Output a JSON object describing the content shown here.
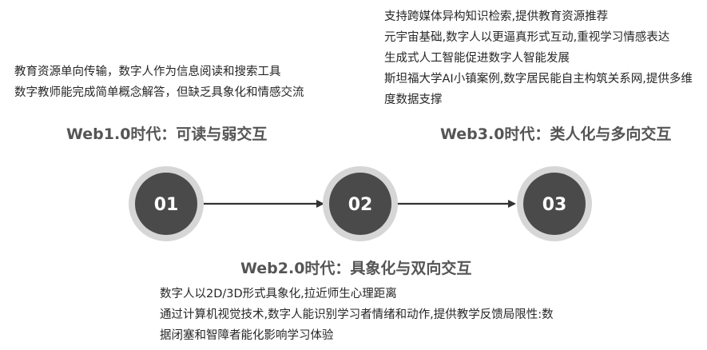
{
  "stages": [
    {
      "number": "01",
      "title": "Web1.0时代：可读与弱交互",
      "points": [
        "教育资源单向传输，数字人作为信息阅读和搜索工具",
        "数字教师能完成简单概念解答，但缺乏具象化和情感交流"
      ]
    },
    {
      "number": "02",
      "title": "Web2.0时代：具象化与双向交互",
      "points": [
        "数字人以2D/3D形式具象化,拉近师生心理距离",
        "通过计算机视觉技术,数字人能识别学习者情绪和动作,提供教学反馈局限性:数",
        "据闭塞和智障者能化影响学习体验"
      ]
    },
    {
      "number": "03",
      "title": "Web3.0时代：类人化与多向交互",
      "points": [
        "支持跨媒体异构知识检索,提供教育资源推荐",
        "元宇宙基础,数字人以更逼真形式互动,重视学习情感表达",
        "生成式人工智能促进数字人智能发展",
        "斯坦福大学AI小镇案例,数字居民能自主构筑关系网,提供多维",
        "度数据支撑"
      ]
    }
  ],
  "colors": {
    "node_fill": "#4a4a4a",
    "node_ring": "#d6d6d6",
    "arrow": "#333333",
    "title_text": "#555555"
  }
}
